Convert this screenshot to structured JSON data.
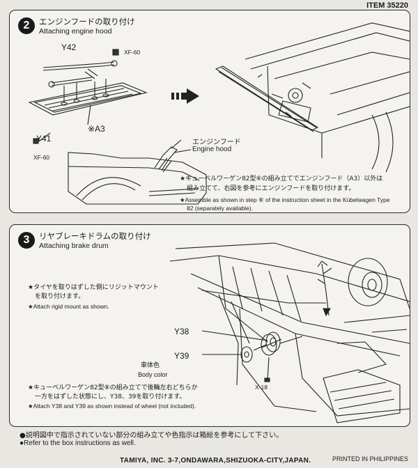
{
  "header": {
    "item": "ITEM 35220"
  },
  "step2": {
    "number": "2",
    "title_jp": "エンジンフードの取り付け",
    "title_en": "Attaching engine hood",
    "parts": {
      "y42": "Y42",
      "xf60_top": "XF-60",
      "a3": "※A3",
      "y41": "Y41",
      "xf60_bottom": "XF-60"
    },
    "callout_jp": "エンジンフード",
    "callout_en": "Engine hood",
    "note1_jp": "キューベルワーゲン82型⑥の組み立てでエンジンフード（A3）以外は",
    "note1_jp2": "組み立てて、右図を参考にエンジンフードを取り付けます。",
    "note1_en": "Assemble as shown in step ⑥ of the instruction sheet in the Kübelwagen Type",
    "note1_en2": "82 (separately available).",
    "bullet": "★"
  },
  "step3": {
    "number": "3",
    "title_jp": "リヤブレーキドラムの取り付け",
    "title_en": "Attaching brake drum",
    "note_tire_jp": "タイヤを取りはずした側にリジットマウント",
    "note_tire_jp2": "を取り付けます。",
    "note_tire_en": "Attach rigid mount as shown.",
    "parts": {
      "y38": "Y38",
      "y39": "Y39",
      "x18": "X-18"
    },
    "body_color_jp": "車体色",
    "body_color_en": "Body color",
    "note2_jp": "キューベルワーゲン82型⑧の組み立てで後輪左右どちらか",
    "note2_jp2": "一方をはずした状態にし、Y38、39を取り付けます。",
    "note2_en": "Attach Y38 and Y39 as shown instead of wheel (not included)."
  },
  "footer": {
    "bullet": "●",
    "note_jp": "説明図中で指示されていない部分の組み立てや色指示は箱絵を参考にして下さい。",
    "note_en": "Refer to the box instructions as well.",
    "company": "TAMIYA, INC.  3-7,ONDAWARA,SHIZUOKA-CITY,JAPAN.",
    "printed": "PRINTED IN PHILIPPINES"
  }
}
